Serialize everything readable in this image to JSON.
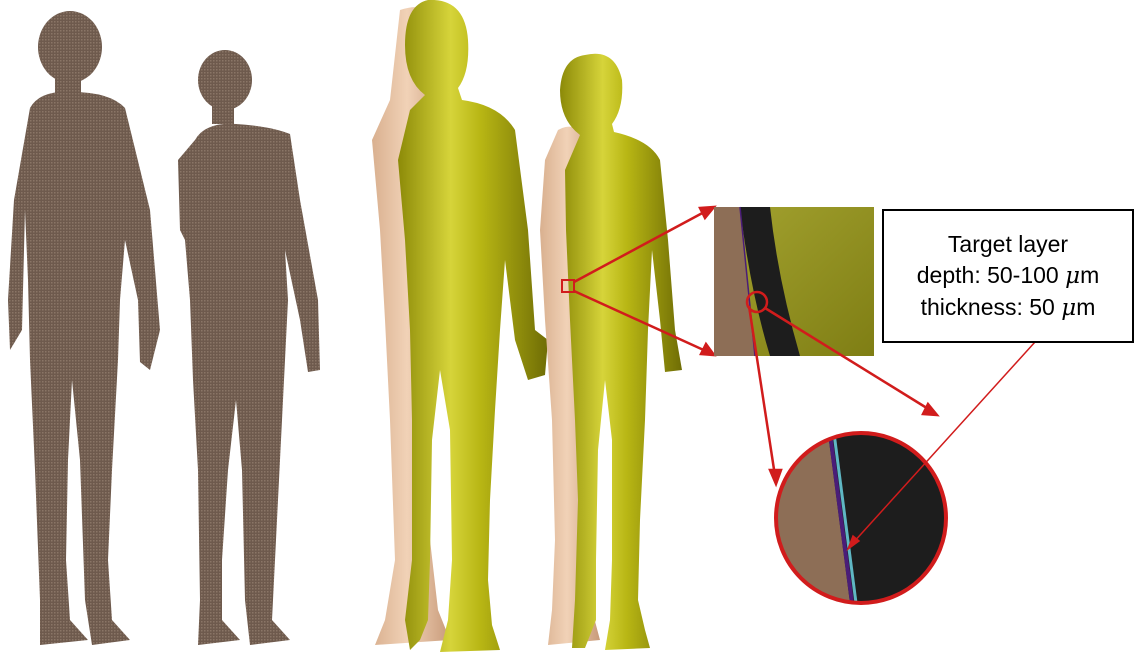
{
  "colors": {
    "voxel_phantom": "#6e5a4d",
    "voxel_dot": "#8a7566",
    "skin_surface": "#e9c6a8",
    "outer_layer_surface": "#b6b312",
    "highlight_red": "#d11c1c",
    "zoom_dark": "#1d1d1d",
    "zoom_tissue": "#8d6e56",
    "zoom_olive": "#8f8e22",
    "target_layer_cyan": "#5fb7c4",
    "target_layer_purple": "#4a1d78"
  },
  "figure": {
    "panels": [
      {
        "name": "voxel-phantom-male",
        "icon": "voxel-male-figure"
      },
      {
        "name": "voxel-phantom-female",
        "icon": "voxel-female-figure"
      },
      {
        "name": "mesh-phantom-male",
        "icon": "mesh-male-figure"
      },
      {
        "name": "mesh-phantom-female",
        "icon": "mesh-female-figure"
      }
    ],
    "label": {
      "line1": "Target layer",
      "line2_prefix": "depth: 50-100 ",
      "line2_unit_symbol": "μ",
      "line2_suffix": "m",
      "line3_prefix": "thickness: 50 ",
      "line3_unit_symbol": "μ",
      "line3_suffix": "m"
    }
  }
}
